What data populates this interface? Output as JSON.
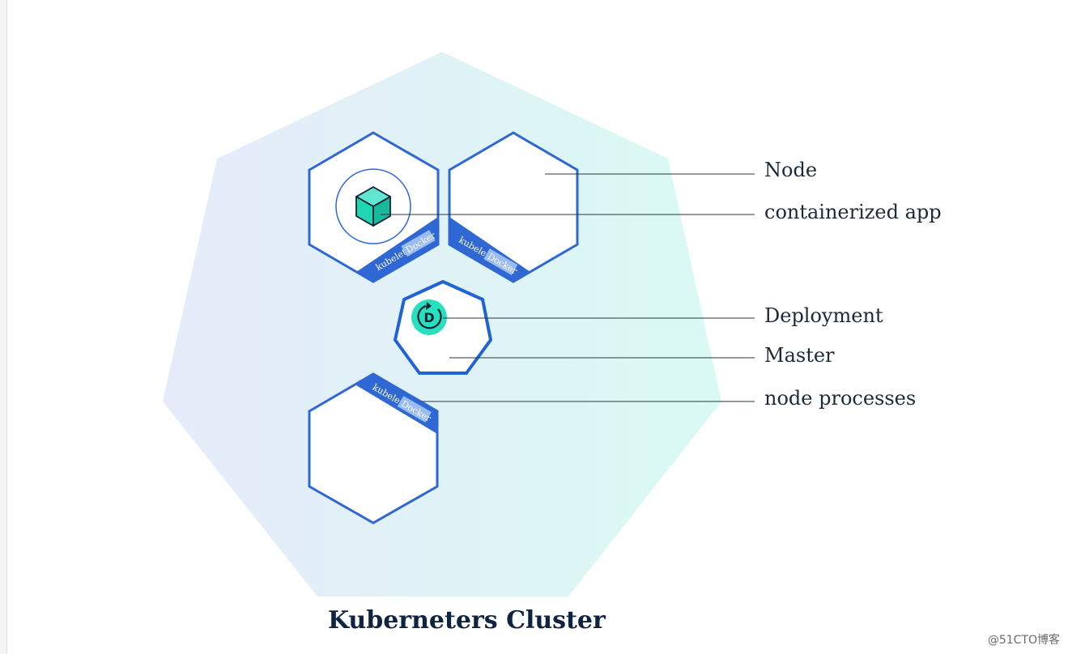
{
  "diagram": {
    "caption": "Kuberneters Cluster",
    "labels": {
      "node": "Node",
      "containerized_app": "containerized app",
      "deployment": "Deployment",
      "master": "Master",
      "node_processes": "node processes"
    },
    "node_tags": {
      "kubelet": "kubelet",
      "docker": "Docker"
    },
    "deployment_badge": "D"
  },
  "watermark": "@51CTO博客",
  "colors": {
    "node_outline": "#2f67d4",
    "label_band": "#2f67d4",
    "docker_tag": "#9bbcf0",
    "container_cube": "#1fd6b4",
    "deployment_badge": "#27e0c0",
    "cluster_gradient_left": "#e4ecfa",
    "cluster_gradient_right": "#dbfaf4",
    "text": "#1b2a3a"
  }
}
